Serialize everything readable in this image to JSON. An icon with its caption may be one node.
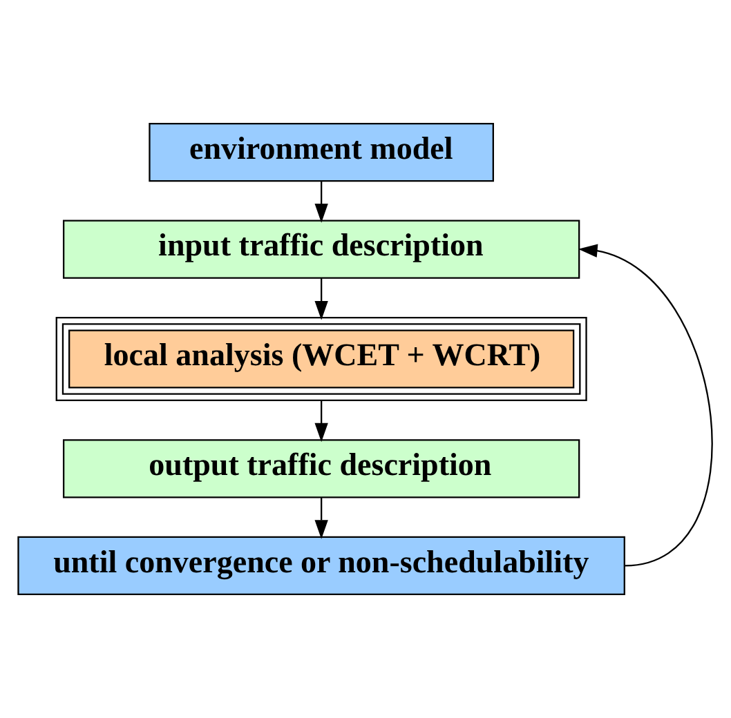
{
  "diagram": {
    "nodes": [
      {
        "text": [
          "environment model"
        ]
      },
      {
        "text": [
          "input traffic description"
        ]
      },
      {
        "text": [
          "local analysis (WCET + WCRT)"
        ]
      },
      {
        "text": [
          "output traffic description"
        ]
      },
      {
        "text": [
          "until convergence or non-schedulability"
        ]
      }
    ],
    "edges": [
      {
        "from": 0,
        "to": 1,
        "arrow": "to"
      },
      {
        "from": 1,
        "to": 2,
        "arrow": "to"
      },
      {
        "from": 2,
        "to": 3,
        "arrow": "to"
      },
      {
        "from": 3,
        "to": 4,
        "arrow": "to"
      },
      {
        "from": 4,
        "to": 1,
        "arrow": "to"
      }
    ]
  }
}
